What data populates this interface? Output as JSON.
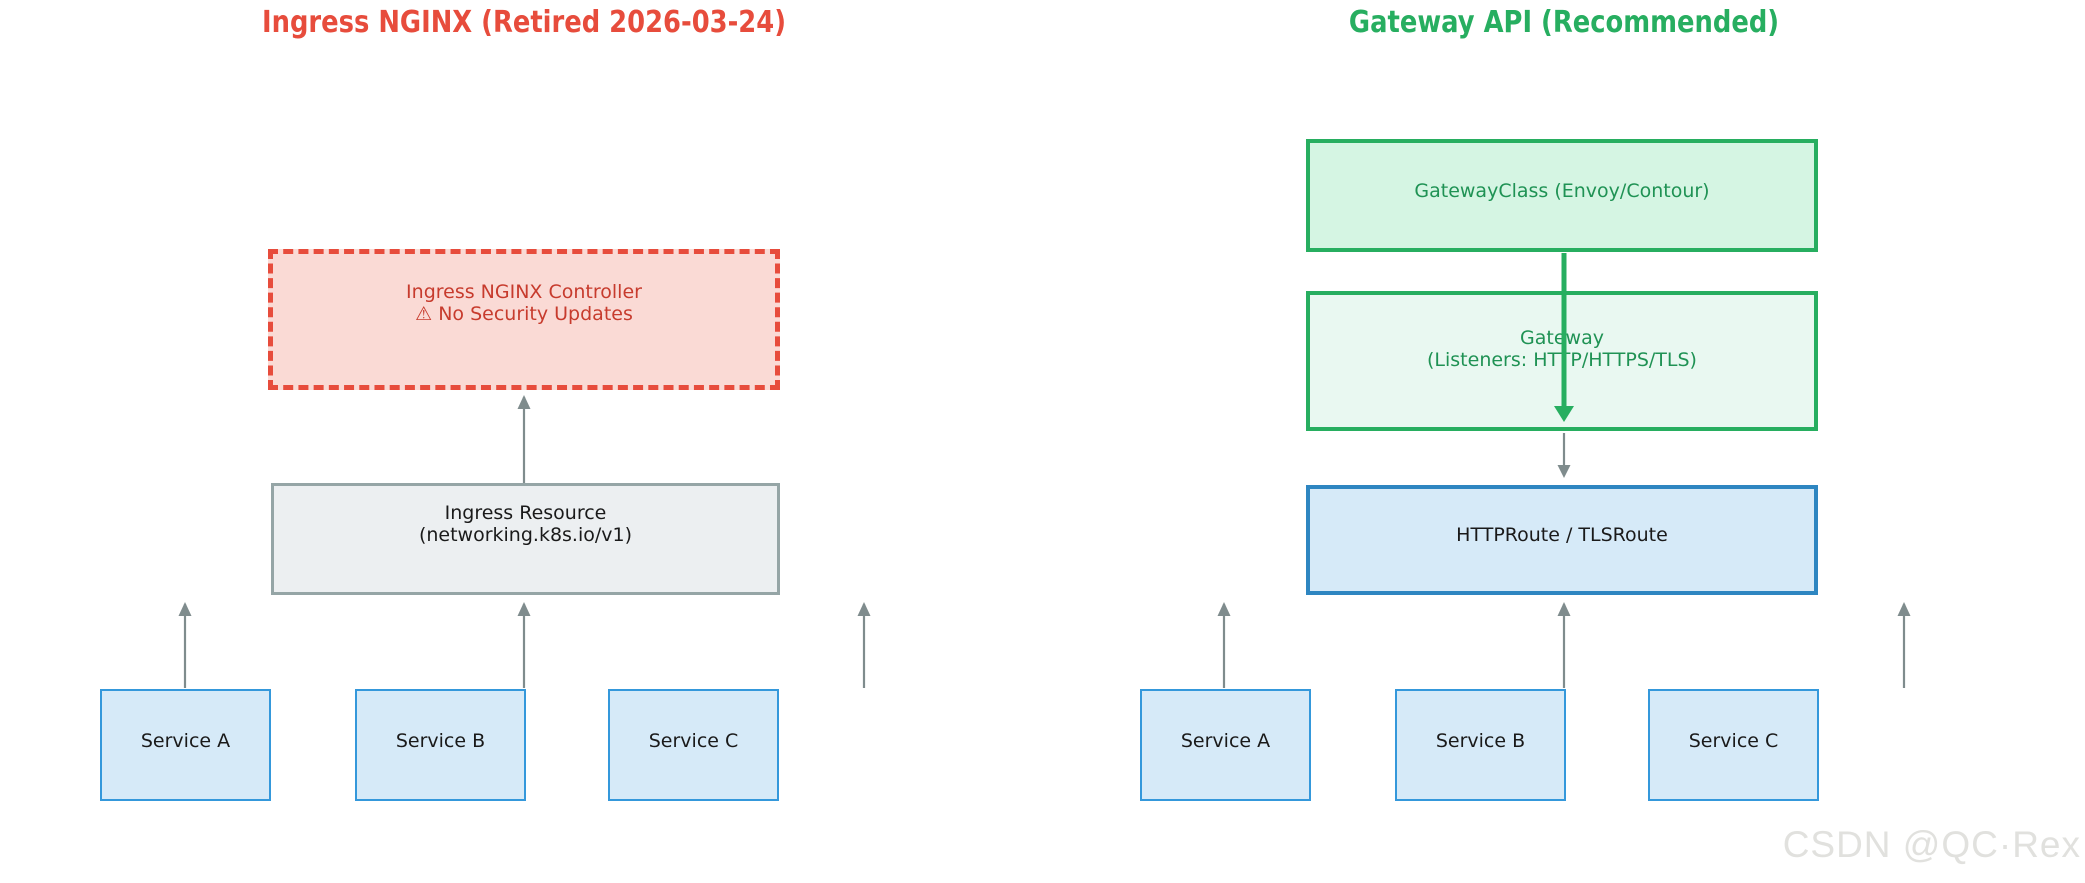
{
  "left_panel": {
    "title": "Ingress NGINX (Retired 2026-03-24)",
    "controller_box": {
      "line1": "Ingress NGINX Controller",
      "warning_icon": "⚠",
      "line2": "No Security Updates"
    },
    "resource_box": {
      "line1": "Ingress Resource",
      "line2": "(networking.k8s.io/v1)"
    },
    "services": [
      "Service A",
      "Service B",
      "Service C"
    ]
  },
  "right_panel": {
    "title": "Gateway API (Recommended)",
    "gatewayclass_box": {
      "label": "GatewayClass (Envoy/Contour)"
    },
    "gateway_box": {
      "line1": "Gateway",
      "line2": "(Listeners: HTTP/HTTPS/TLS)"
    },
    "route_box": {
      "label": "HTTPRoute / TLSRoute"
    },
    "services": [
      "Service A",
      "Service B",
      "Service C"
    ]
  },
  "watermark": {
    "text": "CSDN @QC·Rex"
  },
  "colors": {
    "retired_red": "#e74c3c",
    "recommended_green": "#27ae60",
    "controller_fill": "#fadad5",
    "controller_text": "#c73b2d",
    "resource_fill": "#eceff1",
    "resource_border": "#95a5a6",
    "service_fill": "#d6eaf8",
    "service_border": "#3498db",
    "gatewayclass_fill": "#d5f5e3",
    "gateway_fill": "#e9f8f1",
    "green_text": "#1f9254",
    "route_border": "#2e86c1",
    "arrow_gray": "#7f8c8d",
    "watermark_gray": "#e1e1de",
    "text_dark": "#1a1a1a"
  }
}
